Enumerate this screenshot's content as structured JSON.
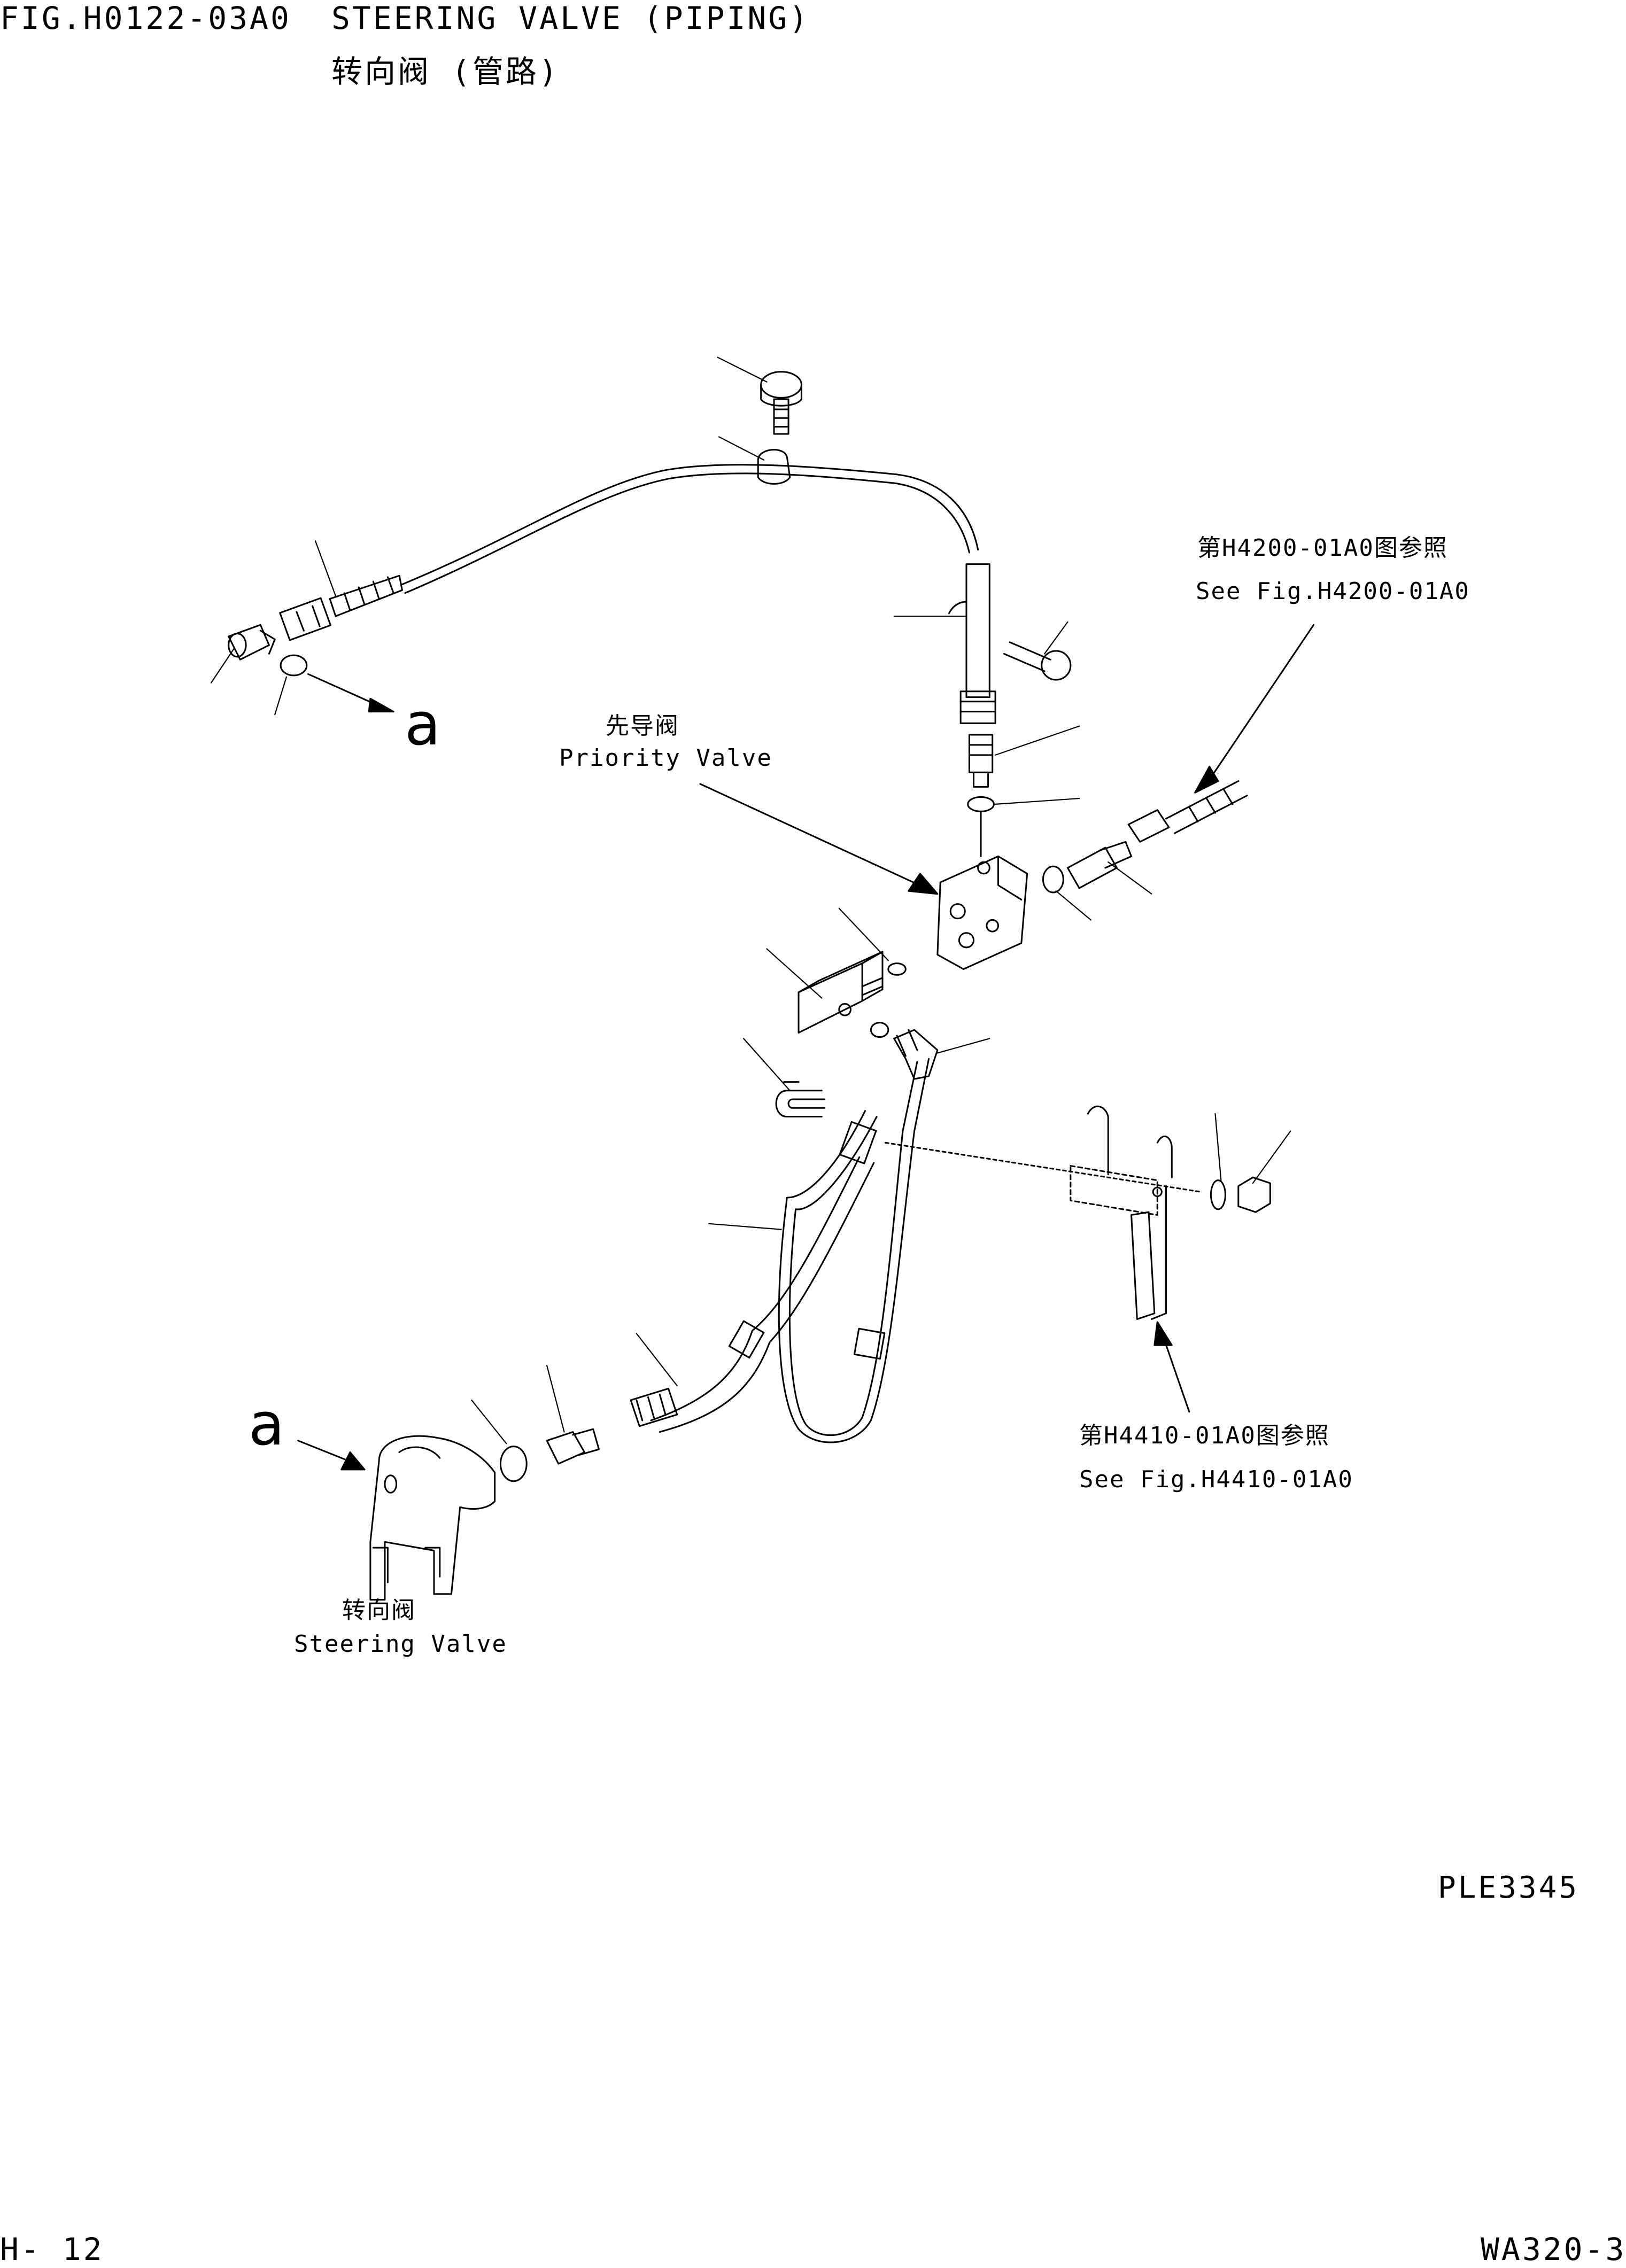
{
  "header": {
    "figure_number": "FIG.H0122-03A0",
    "title_en": "STEERING VALVE (PIPING)",
    "title_cn": "转向阀 (管路)"
  },
  "callouts": {
    "ref_a_top": "a",
    "ref_a_bottom": "a",
    "priority_valve_cn": "先导阀",
    "priority_valve_en": "Priority Valve",
    "ref_h4200_cn": "第H4200-01A0图参照",
    "ref_h4200_en": "See Fig.H4200-01A0",
    "ref_h4410_cn": "第H4410-01A0图参照",
    "ref_h4410_en": "See Fig.H4410-01A0",
    "steering_valve_cn": "转向阀",
    "steering_valve_en": "Steering Valve"
  },
  "drawing_code": "PLE3345",
  "footer": {
    "page": "H-  12",
    "model": "WA320-3"
  }
}
